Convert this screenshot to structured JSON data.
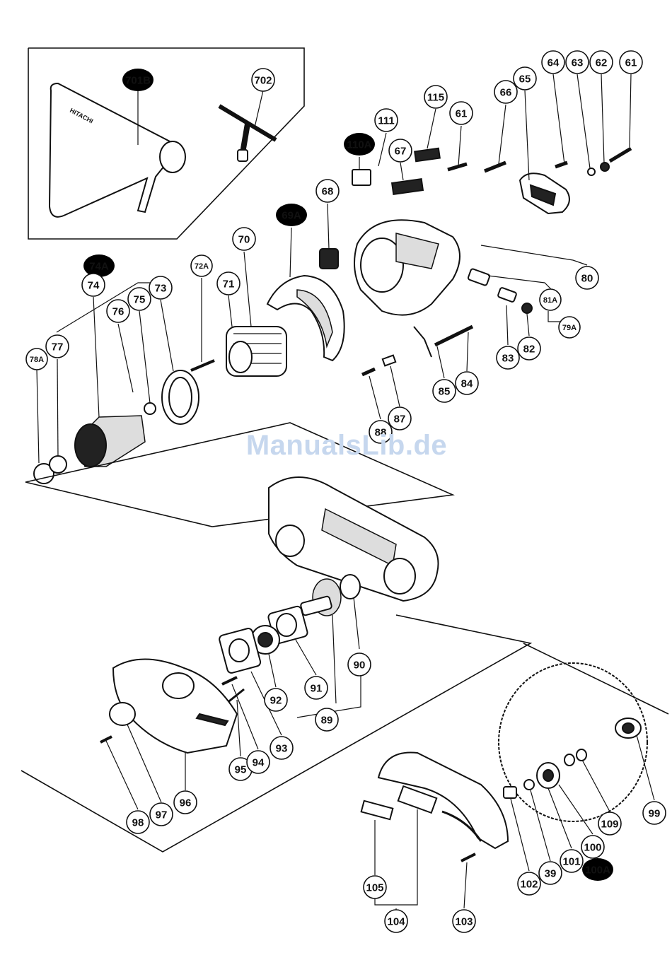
{
  "watermark": "ManualsLib.de",
  "case_label": "HITACHI",
  "callouts": [
    {
      "id": "c701B",
      "label": "701B"
    },
    {
      "id": "c702",
      "label": "702"
    },
    {
      "id": "c111",
      "label": "111"
    },
    {
      "id": "c115",
      "label": "115"
    },
    {
      "id": "c110A",
      "label": "110A"
    },
    {
      "id": "c67",
      "label": "67"
    },
    {
      "id": "c61a",
      "label": "61"
    },
    {
      "id": "c66",
      "label": "66"
    },
    {
      "id": "c65",
      "label": "65"
    },
    {
      "id": "c64",
      "label": "64"
    },
    {
      "id": "c63",
      "label": "63"
    },
    {
      "id": "c62",
      "label": "62"
    },
    {
      "id": "c61b",
      "label": "61"
    },
    {
      "id": "c68",
      "label": "68"
    },
    {
      "id": "c69A",
      "label": "69A"
    },
    {
      "id": "c70",
      "label": "70"
    },
    {
      "id": "c71",
      "label": "71"
    },
    {
      "id": "c72A",
      "label": "72A"
    },
    {
      "id": "c74A",
      "label": "74A"
    },
    {
      "id": "c74",
      "label": "74"
    },
    {
      "id": "c75",
      "label": "75"
    },
    {
      "id": "c73",
      "label": "73"
    },
    {
      "id": "c76",
      "label": "76"
    },
    {
      "id": "c77",
      "label": "77"
    },
    {
      "id": "c78A",
      "label": "78A"
    },
    {
      "id": "c80",
      "label": "80"
    },
    {
      "id": "c81A",
      "label": "81A"
    },
    {
      "id": "c79A",
      "label": "79A"
    },
    {
      "id": "c83",
      "label": "83"
    },
    {
      "id": "c82",
      "label": "82"
    },
    {
      "id": "c85",
      "label": "85"
    },
    {
      "id": "c84",
      "label": "84"
    },
    {
      "id": "c87",
      "label": "87"
    },
    {
      "id": "c88",
      "label": "88"
    },
    {
      "id": "c90",
      "label": "90"
    },
    {
      "id": "c92",
      "label": "92"
    },
    {
      "id": "c91",
      "label": "91"
    },
    {
      "id": "c89",
      "label": "89"
    },
    {
      "id": "c95",
      "label": "95"
    },
    {
      "id": "c94",
      "label": "94"
    },
    {
      "id": "c93",
      "label": "93"
    },
    {
      "id": "c96",
      "label": "96"
    },
    {
      "id": "c97",
      "label": "97"
    },
    {
      "id": "c98",
      "label": "98"
    },
    {
      "id": "c99",
      "label": "99"
    },
    {
      "id": "c109",
      "label": "109"
    },
    {
      "id": "c100",
      "label": "100"
    },
    {
      "id": "c100A",
      "label": "100A"
    },
    {
      "id": "c101",
      "label": "101"
    },
    {
      "id": "c39",
      "label": "39"
    },
    {
      "id": "c102",
      "label": "102"
    },
    {
      "id": "c103",
      "label": "103"
    },
    {
      "id": "c104",
      "label": "104"
    },
    {
      "id": "c105",
      "label": "105"
    }
  ]
}
